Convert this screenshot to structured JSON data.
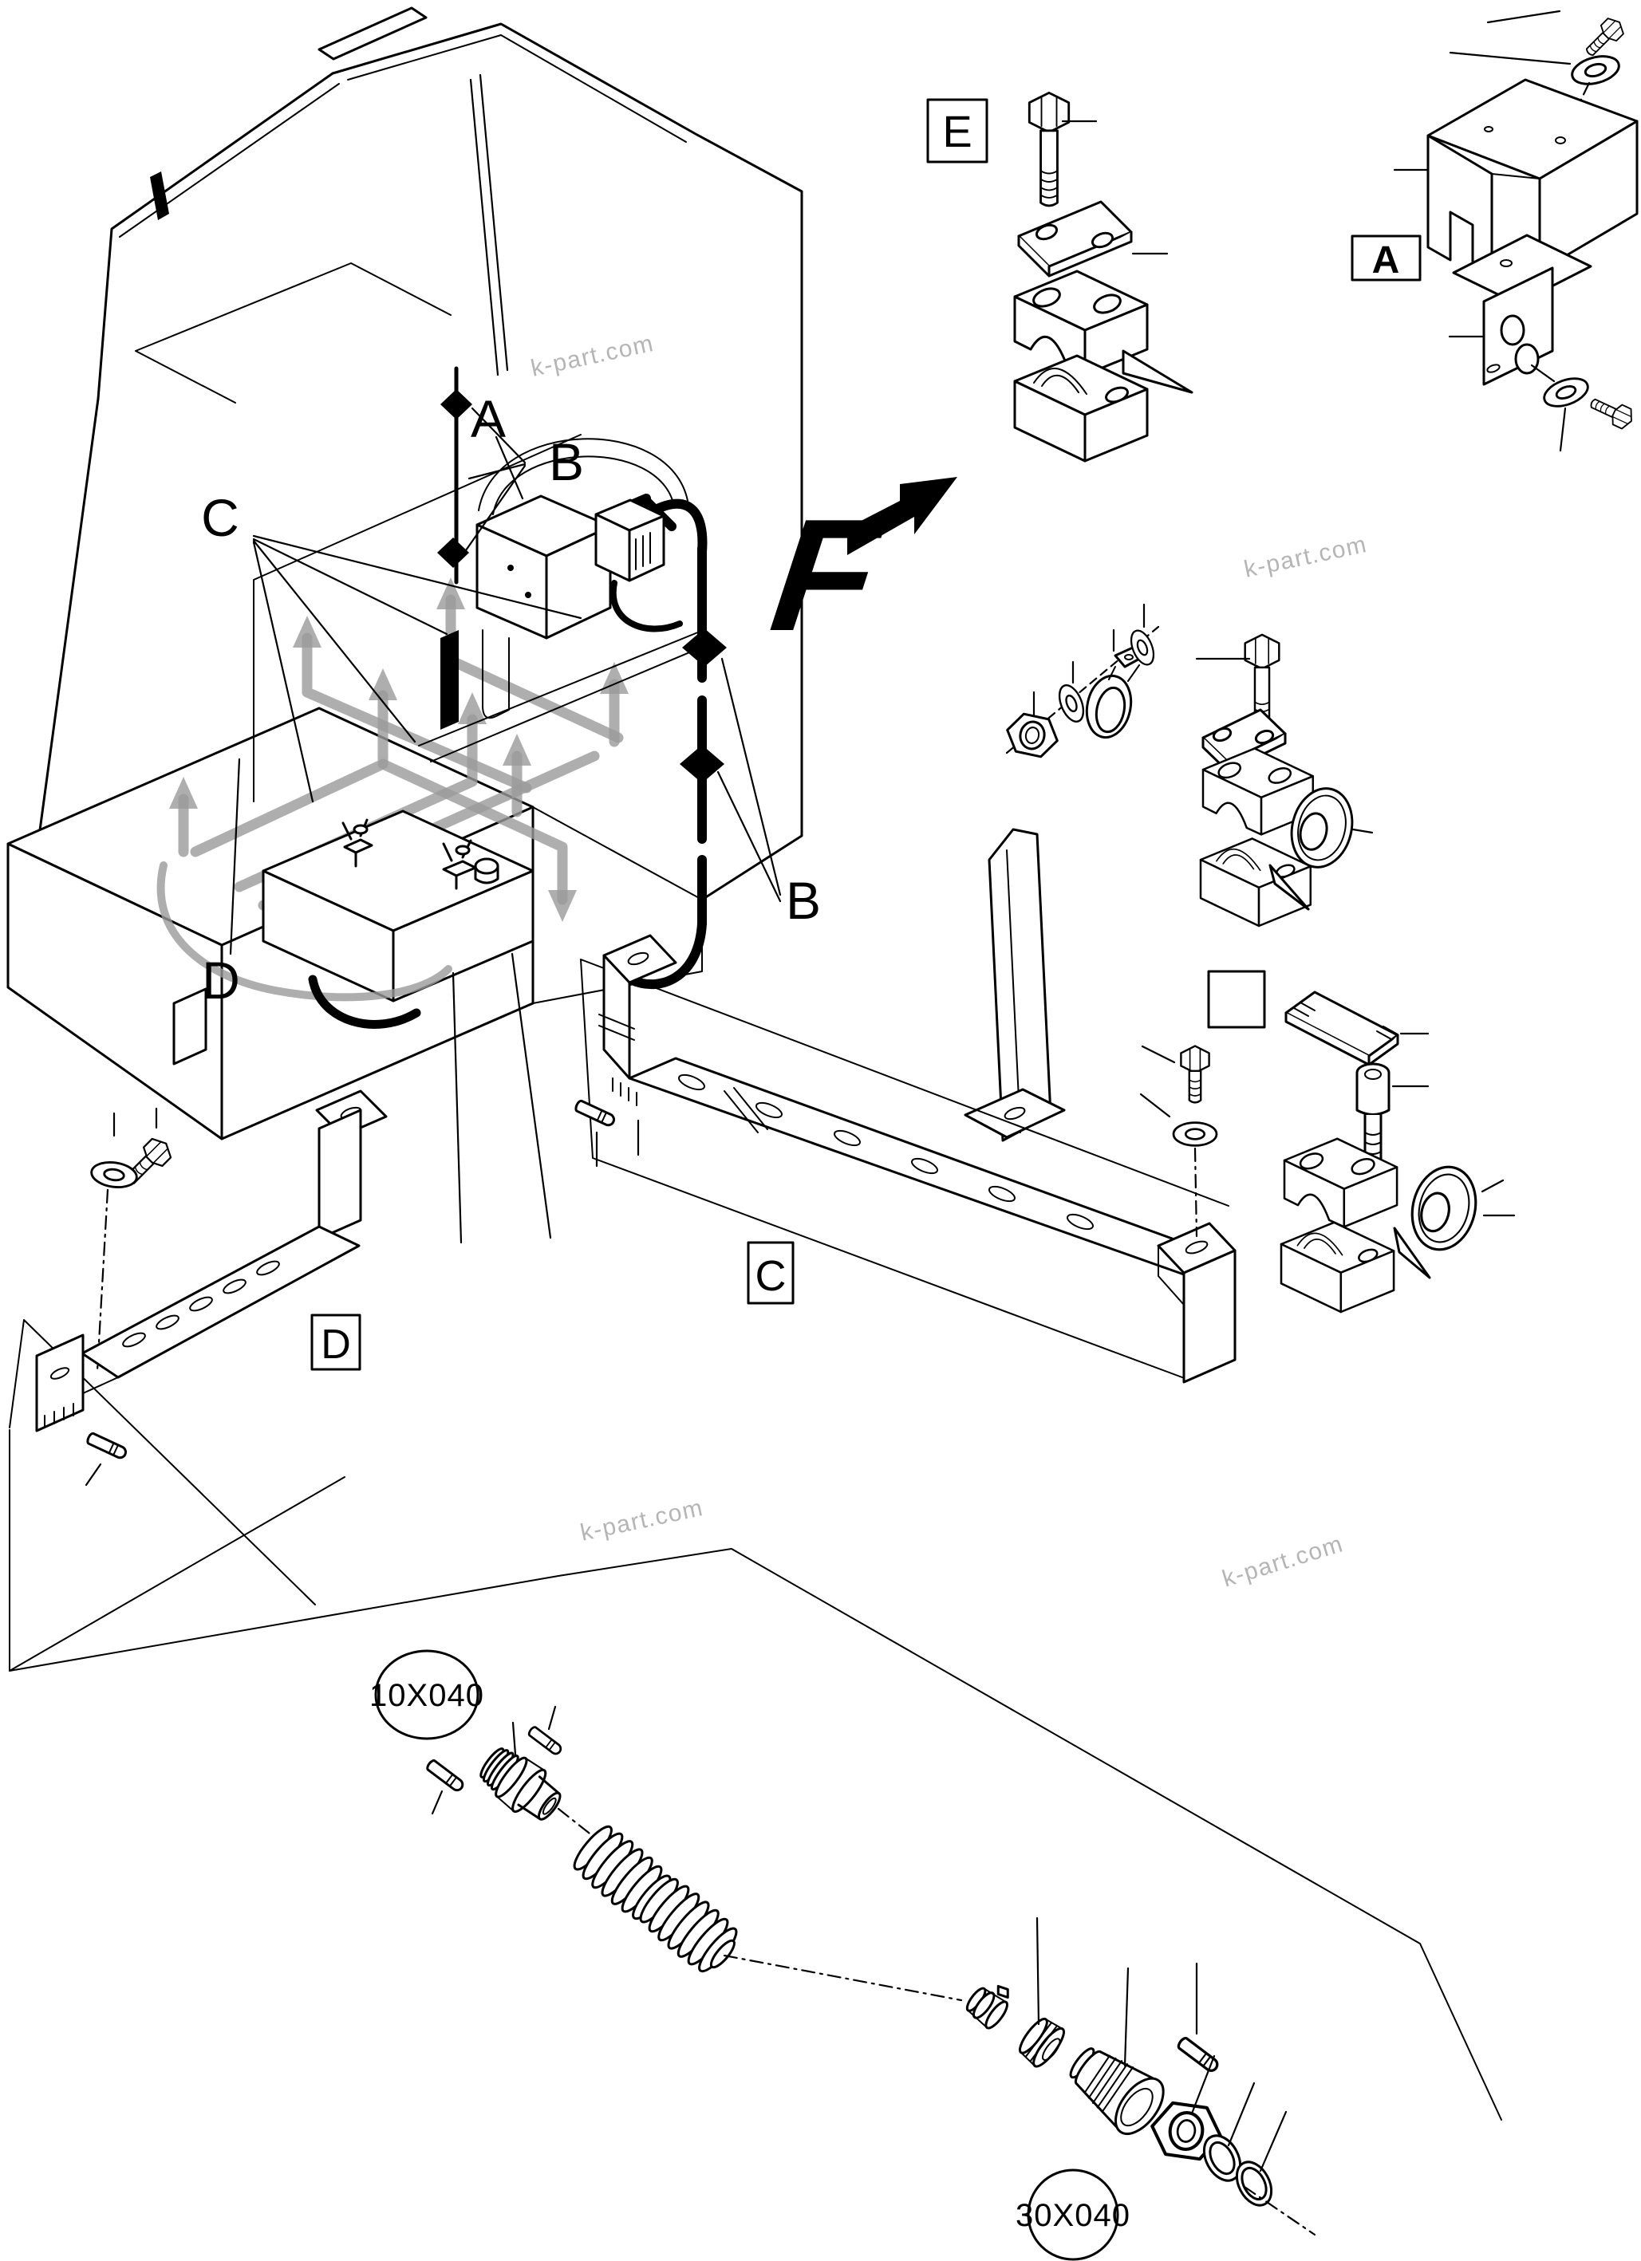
{
  "diagram": {
    "colors": {
      "background": "#ffffff",
      "line": "#000000",
      "harness_highlight": "#9a9a9a",
      "watermark": "#b5b5b5"
    },
    "view_labels": {
      "a": "A",
      "b_upper": "B",
      "c": "C",
      "b_lower": "B",
      "d": "D"
    },
    "boxed_labels": {
      "e": "E",
      "a": "A",
      "d": "D",
      "c": "C",
      "empty": ""
    },
    "direction_label": "F",
    "part_callouts": {
      "small_hose": "10X040",
      "large_hose": "30X040"
    },
    "watermarks": [
      {
        "text": "k-part.com"
      },
      {
        "text": "k-part.com"
      },
      {
        "text": "k-part.com"
      },
      {
        "text": "k-part.com"
      }
    ]
  }
}
